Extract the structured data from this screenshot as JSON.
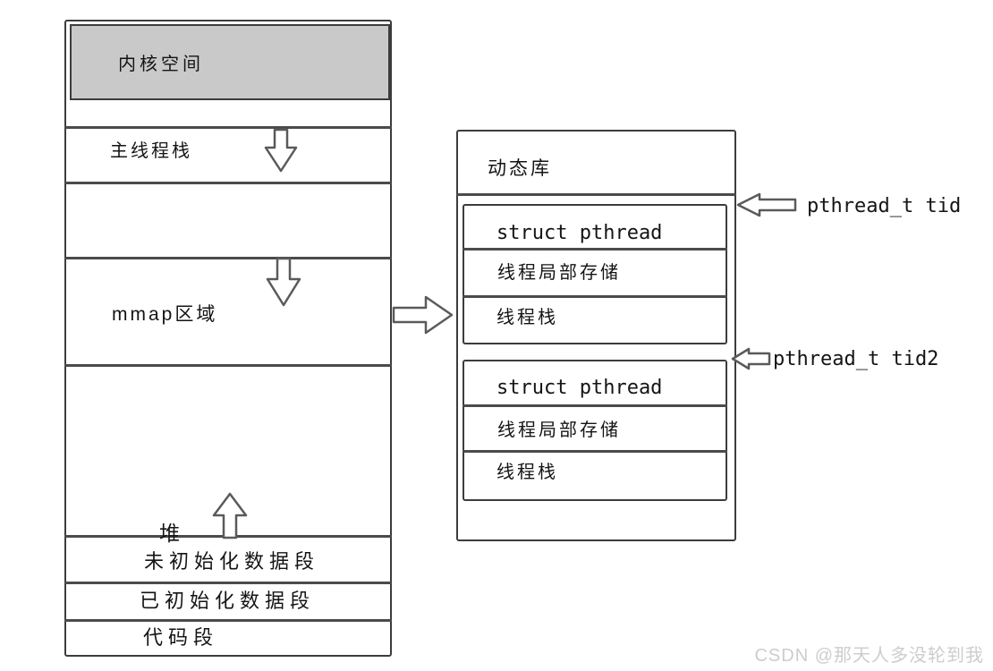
{
  "colors": {
    "kernel_fill": "#c9c9c9",
    "stroke": "#3c3c3c",
    "text": "#141414",
    "watermark_text": "#cdcdcd"
  },
  "icons": {
    "main_stack_growth": "down-block-arrow",
    "mmap_growth": "down-block-arrow",
    "heap_growth": "up-block-arrow",
    "mmap_to_library": "right-block-arrow",
    "tid_pointer": "left-block-arrow",
    "tid2_pointer": "left-block-arrow"
  },
  "memory_map": {
    "kernel_space": "内核空间",
    "main_thread_stack": "主线程栈",
    "mmap_area": "mmap区域",
    "heap": "堆",
    "bss_segment": "未初始化数据段",
    "data_segment": "已初始化数据段",
    "code_segment": "代码段"
  },
  "library": {
    "title": "动态库",
    "thread1": {
      "struct": "struct pthread",
      "tls": "线程局部存储",
      "stack": "线程栈",
      "pointer": "pthread_t tid"
    },
    "thread2": {
      "struct": "struct pthread",
      "tls": "线程局部存储",
      "stack": "线程栈",
      "pointer": "pthread_t tid2"
    }
  },
  "watermark": "CSDN @那天人多没轮到我"
}
